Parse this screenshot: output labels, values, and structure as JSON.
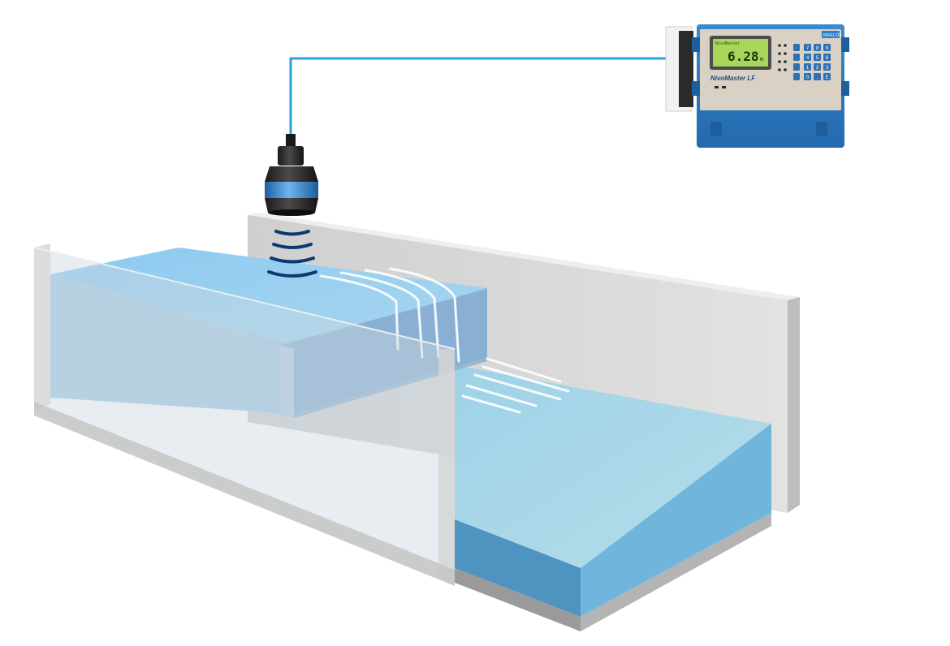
{
  "controller": {
    "display_reading": "6.28",
    "display_unit": "m",
    "display_header": "NivoMaster",
    "brand_label": "NivoMaster LF",
    "maker_badge": "NIVELCO",
    "keypad_keys": [
      "7",
      "8",
      "9",
      "4",
      "5",
      "6",
      "1",
      "2",
      "3",
      "0",
      ".",
      "E"
    ]
  },
  "colors": {
    "cable": "#2aa4d8",
    "water_surface": "#7fc4ea",
    "water_side": "#5aa6d2",
    "channel_wall": "#d6d6d6",
    "controller_body": "#2f7fc6",
    "controller_panel": "#d9d2c4",
    "lcd": "#a8d65a",
    "sensor_band": "#3b8fd4"
  },
  "icons": {
    "sensor": "ultrasonic-sensor-icon",
    "waves": "sound-wave-icon",
    "controller": "level-transmitter-icon"
  }
}
